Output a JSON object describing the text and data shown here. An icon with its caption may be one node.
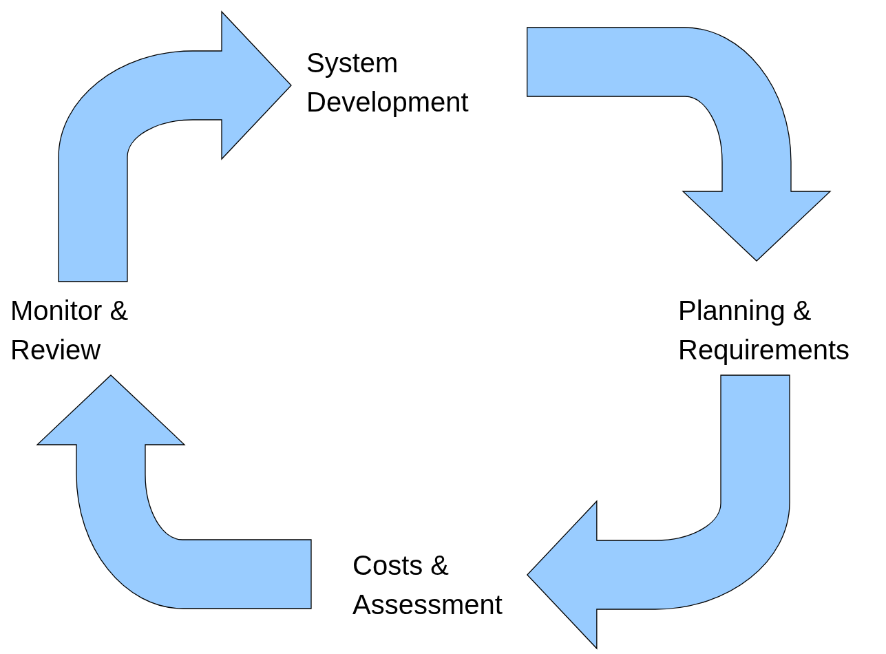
{
  "diagram": {
    "nodes": [
      {
        "text": [
          "System Development"
        ]
      },
      {
        "text": [
          "Planning & Requirements"
        ]
      },
      {
        "text": [
          "Costs & Assessment"
        ]
      },
      {
        "text": [
          "Monitor & Review"
        ]
      }
    ],
    "edges": [
      {
        "from": 3,
        "to": 0,
        "arrow": "to"
      },
      {
        "from": 0,
        "to": 1,
        "arrow": "to"
      },
      {
        "from": 1,
        "to": 2,
        "arrow": "to"
      },
      {
        "from": 2,
        "to": 3,
        "arrow": "to"
      }
    ]
  }
}
